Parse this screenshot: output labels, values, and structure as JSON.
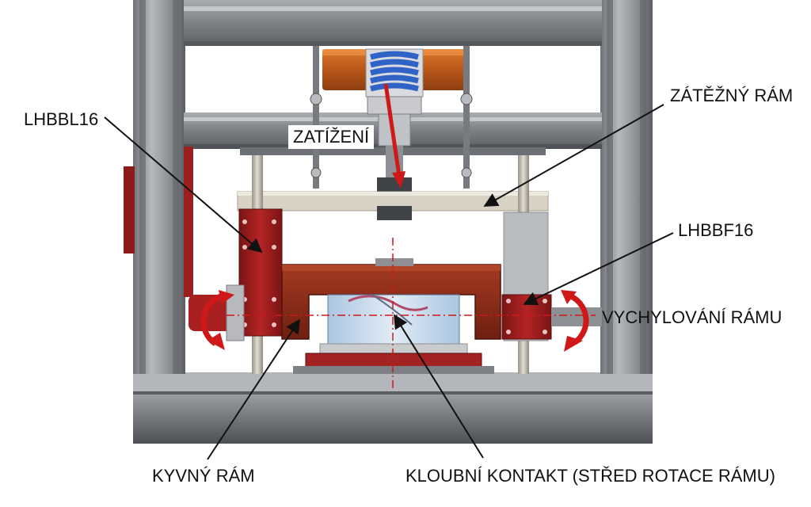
{
  "labels": {
    "lhbbl16": "LHBBL16",
    "load_frame": "ZÁTĚŽNÝ RÁM",
    "load": "ZATÍŽENÍ",
    "lhbbf16": "LHBBF16",
    "frame_tilt": "VYCHYLOVÁNÍ RÁMU",
    "swing_frame": "KYVNÝ RÁM",
    "joint_contact": "KLOUBNÍ KONTAKT (STŘED ROTACE RÁMU)"
  },
  "colors": {
    "frame_steel": "#8c8f94",
    "frame_dark": "#5e6166",
    "bracket_red": "#9b1f1f",
    "swing_frame_brown": "#8a2b18",
    "weight_orange": "#c8641c",
    "spring_blue": "#3a6fd0",
    "arrow_red": "#d01818",
    "leader_black": "#111111"
  },
  "icons": [
    "load-arrow-icon",
    "rotation-arrow-left-icon",
    "rotation-arrow-right-icon"
  ]
}
